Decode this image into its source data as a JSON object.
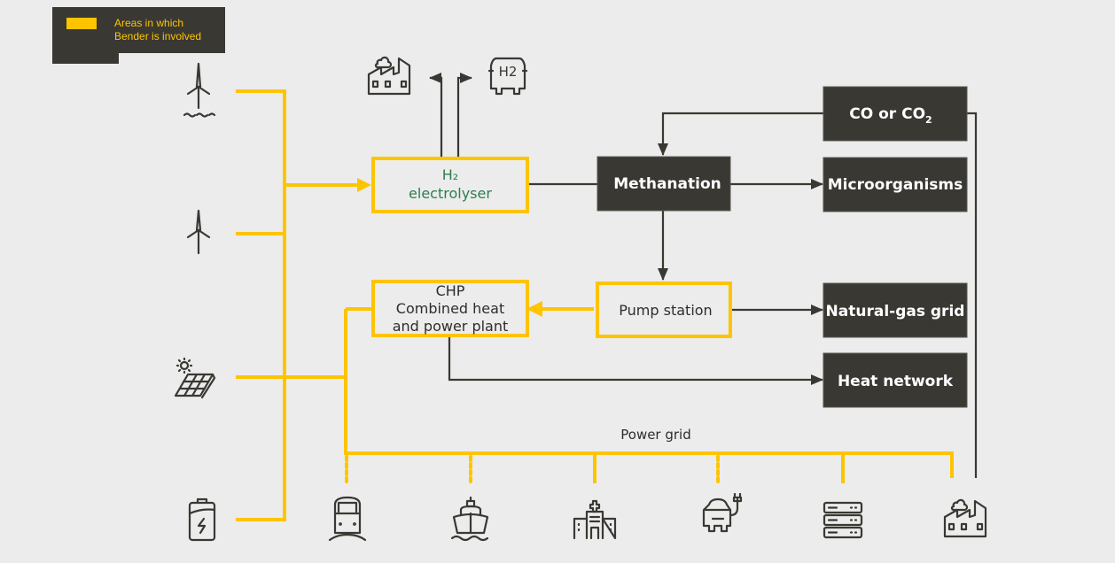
{
  "legend": {
    "line1": "Areas in which",
    "line2": "Bender is involved",
    "swatch_color": "#fec400"
  },
  "colors": {
    "involved": "#fec400",
    "dark": "#3a3833",
    "background": "#ececec",
    "electrolyser_text": "#2e7d4f"
  },
  "sources": [
    {
      "icon": "offshore-wind-turbine-icon"
    },
    {
      "icon": "wind-turbine-icon"
    },
    {
      "icon": "solar-panel-icon"
    },
    {
      "icon": "battery-icon"
    }
  ],
  "h2_outputs": [
    {
      "icon": "factory-icon"
    },
    {
      "icon": "hydrogen-car-icon",
      "label": "H2"
    }
  ],
  "nodes": {
    "electrolyser": {
      "line1": "H₂",
      "line2": "electrolyser",
      "involved": true
    },
    "methanation": {
      "label": "Methanation",
      "involved": false
    },
    "co2": {
      "label_main": "CO or CO",
      "label_sub": "2",
      "involved": false
    },
    "microorganisms": {
      "label": "Microorganisms",
      "involved": false
    },
    "chp": {
      "line1": "CHP",
      "line2": "Combined heat",
      "line3": "and power plant",
      "involved": true
    },
    "pump_station": {
      "label": "Pump station",
      "involved": true
    },
    "natural_gas_grid": {
      "label": "Natural-gas grid",
      "involved": false
    },
    "heat_network": {
      "label": "Heat network",
      "involved": false
    }
  },
  "power_grid": {
    "label": "Power grid",
    "consumers": [
      {
        "icon": "train-icon",
        "connection": "dotted"
      },
      {
        "icon": "ship-icon",
        "connection": "dotted"
      },
      {
        "icon": "hospital-icon",
        "connection": "solid"
      },
      {
        "icon": "electric-car-icon",
        "connection": "dotted"
      },
      {
        "icon": "server-rack-icon",
        "connection": "solid"
      },
      {
        "icon": "factory-icon",
        "connection": "solid"
      }
    ]
  }
}
